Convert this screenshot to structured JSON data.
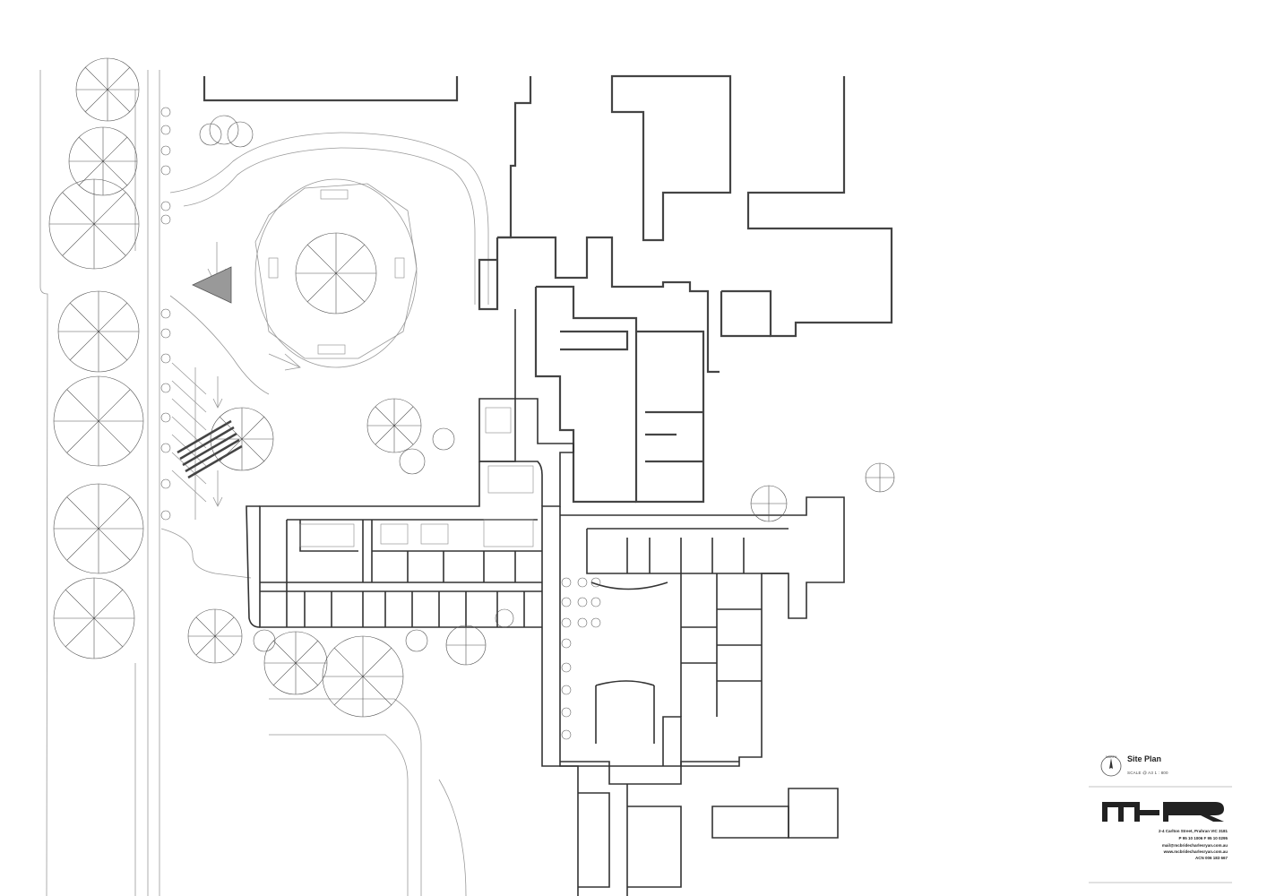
{
  "title_block": {
    "title": "Site Plan",
    "scale": "SCALE @ A3     1 : 800",
    "north_label": "NORTH",
    "address_lines": [
      "2-4 Carlton Street, Prahran VIC 3181",
      "P 95 10 1006     F 95 10 0295",
      "mail@mcbridecharlesryan.com.au",
      "www.mcbridecharlesryan.com.au",
      "ACN 006 183 667"
    ]
  },
  "colors": {
    "wall": "#3a3a3a",
    "line": "#888888",
    "tree": "#555555"
  },
  "icons": [
    "north-arrow-icon",
    "logo-icon",
    "tree-icon"
  ]
}
